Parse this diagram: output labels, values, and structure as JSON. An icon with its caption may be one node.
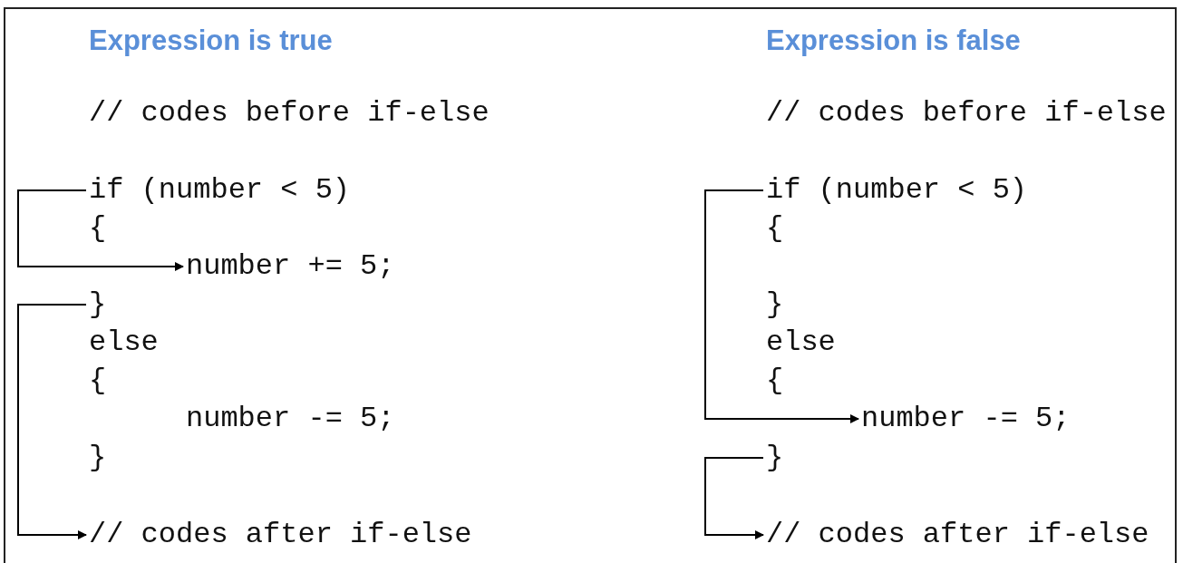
{
  "diagram": {
    "nodes": [
      {
        "text": [
          "if (number < 5)"
        ]
      },
      {
        "text": [
          "number += 5;"
        ]
      },
      {
        "text": [
          "}"
        ]
      },
      {
        "text": [
          "// codes after if-else"
        ]
      },
      {
        "text": [
          "if (number < 5)"
        ]
      },
      {
        "text": [
          "number -= 5;"
        ]
      },
      {
        "text": [
          "}"
        ]
      },
      {
        "text": [
          "// codes after if-else"
        ]
      }
    ],
    "edges": [
      {
        "from": 0,
        "to": 1,
        "arrow": "to"
      },
      {
        "from": 2,
        "to": 3,
        "arrow": "to"
      },
      {
        "from": 4,
        "to": 5,
        "arrow": "to"
      },
      {
        "from": 6,
        "to": 7,
        "arrow": "to"
      }
    ],
    "labels": [
      "Expression is true",
      "Expression is false",
      "// codes before if-else",
      "// codes before if-else",
      "{",
      "{",
      "}",
      "else",
      "else",
      "{",
      "{",
      "number -= 5;",
      "}"
    ]
  }
}
